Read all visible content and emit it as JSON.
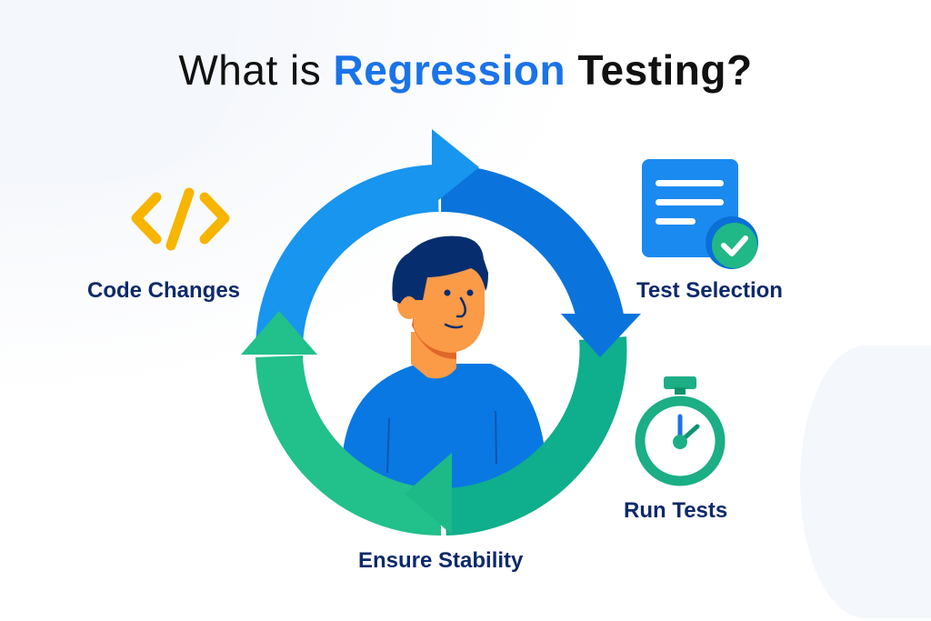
{
  "title": {
    "part1": "What is ",
    "highlight": "Regression",
    "part2": " Testing?"
  },
  "steps": [
    {
      "label": "Code Changes",
      "icon": "code-brackets-icon"
    },
    {
      "label": "Test Selection",
      "icon": "document-check-icon"
    },
    {
      "label": "Run Tests",
      "icon": "stopwatch-icon"
    },
    {
      "label": "Ensure Stability",
      "icon": "cycle-arrow-icon"
    }
  ],
  "colors": {
    "blue": "#1a73e8",
    "navy": "#0d2a6b",
    "green": "#22c08a",
    "teal": "#0aa88a",
    "yellow": "#f7b500",
    "skin": "#fb9a47"
  }
}
